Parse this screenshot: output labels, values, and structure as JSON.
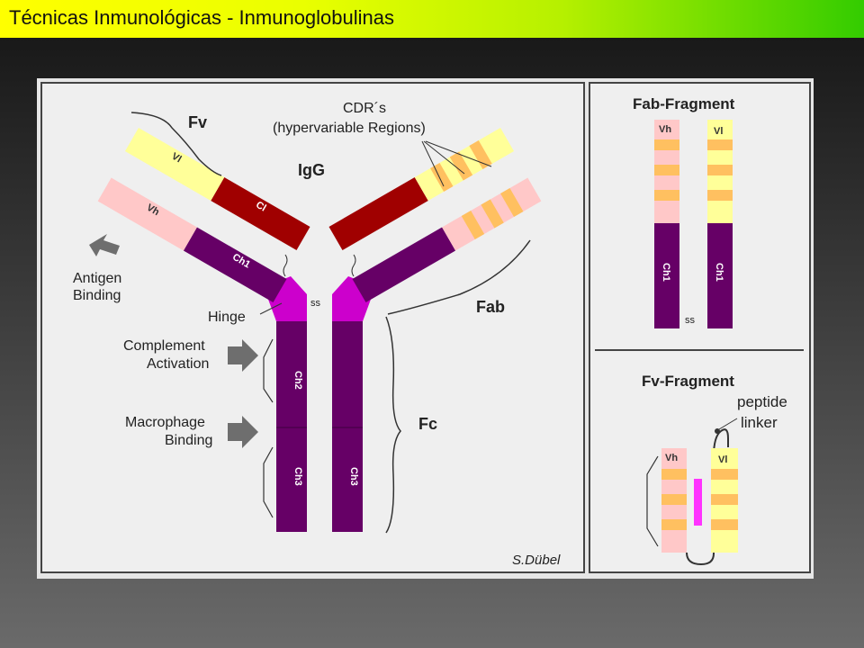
{
  "slide": {
    "title": "Técnicas Inmunológicas - Inmunoglobulinas"
  },
  "diagram": {
    "igg_label": "IgG",
    "fv_label": "Fv",
    "cdr_label": "CDR´s",
    "cdr_sub": "(hypervariable Regions)",
    "fab_label": "Fab",
    "fc_label": "Fc",
    "hinge_label": "Hinge",
    "ss_label": "ss",
    "antigen_line1": "Antigen",
    "antigen_line2": "Binding",
    "complement_line1": "Complement",
    "complement_line2": "Activation",
    "macrophage_line1": "Macrophage",
    "macrophage_line2": "Binding",
    "segments": {
      "vl": "Vl",
      "vh": "Vh",
      "cl": "Cl",
      "ch1": "Ch1",
      "ch2": "Ch2",
      "ch3": "Ch3"
    },
    "fab_fragment_title": "Fab-Fragment",
    "fv_fragment_title": "Fv-Fragment",
    "peptide_line1": "peptide",
    "peptide_line2": "linker",
    "credit": "S.Dübel",
    "colors": {
      "vl": "#ffff99",
      "vh": "#ffc8c8",
      "cdr": "#ffc060",
      "cl": "#a00000",
      "ch": "#660066",
      "hinge": "#cc00cc",
      "linker": "#ff33ff"
    }
  }
}
